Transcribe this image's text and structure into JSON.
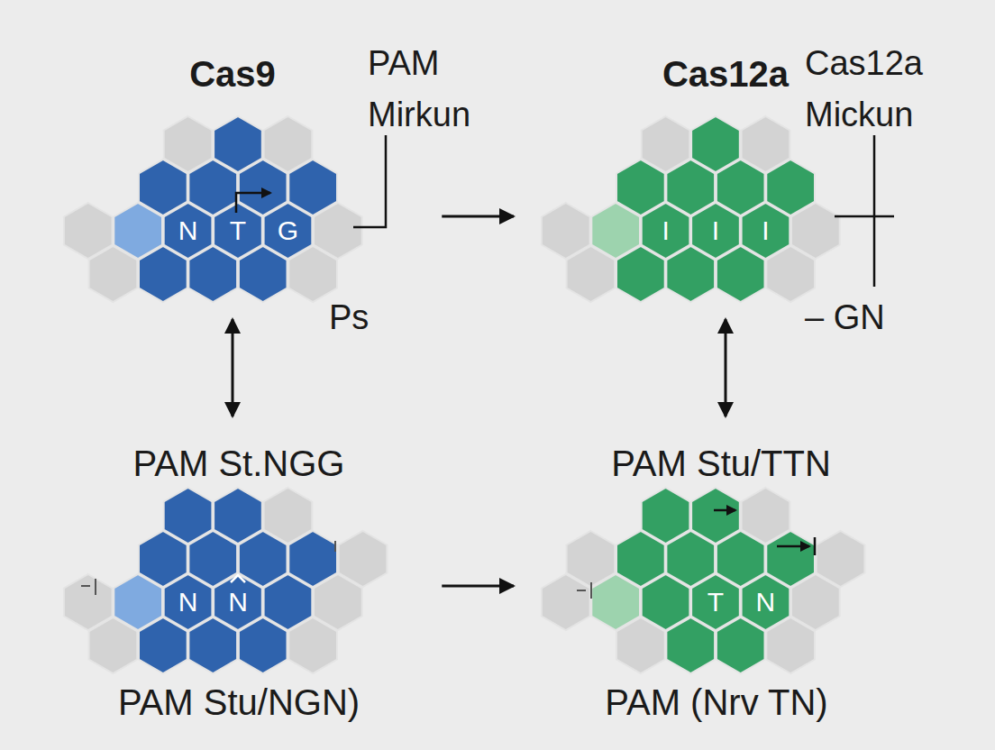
{
  "diagram": {
    "nodes": [
      {
        "text": [
          "N",
          "T",
          "G"
        ]
      },
      {
        "text": [
          "I",
          "I",
          "I"
        ]
      },
      {
        "text": [
          "N",
          "N"
        ]
      },
      {
        "text": [
          "T",
          "N"
        ]
      }
    ],
    "edges": [
      {
        "from": 0,
        "to": 1,
        "arrow": "to"
      },
      {
        "from": 2,
        "to": 3,
        "arrow": "to"
      },
      {
        "from": 0,
        "to": 2,
        "arrow": "both"
      },
      {
        "from": 1,
        "to": 3,
        "arrow": "both"
      }
    ],
    "labels": [
      "Cas9",
      "PAM Mirkun",
      "Cas12a",
      "Cas12a Mickun",
      "Ps",
      "– GN",
      "PAM St.NGG",
      "PAM Stu/TTN",
      "PAM Stu/NGN)",
      "PAM (Nrv TN)"
    ]
  }
}
